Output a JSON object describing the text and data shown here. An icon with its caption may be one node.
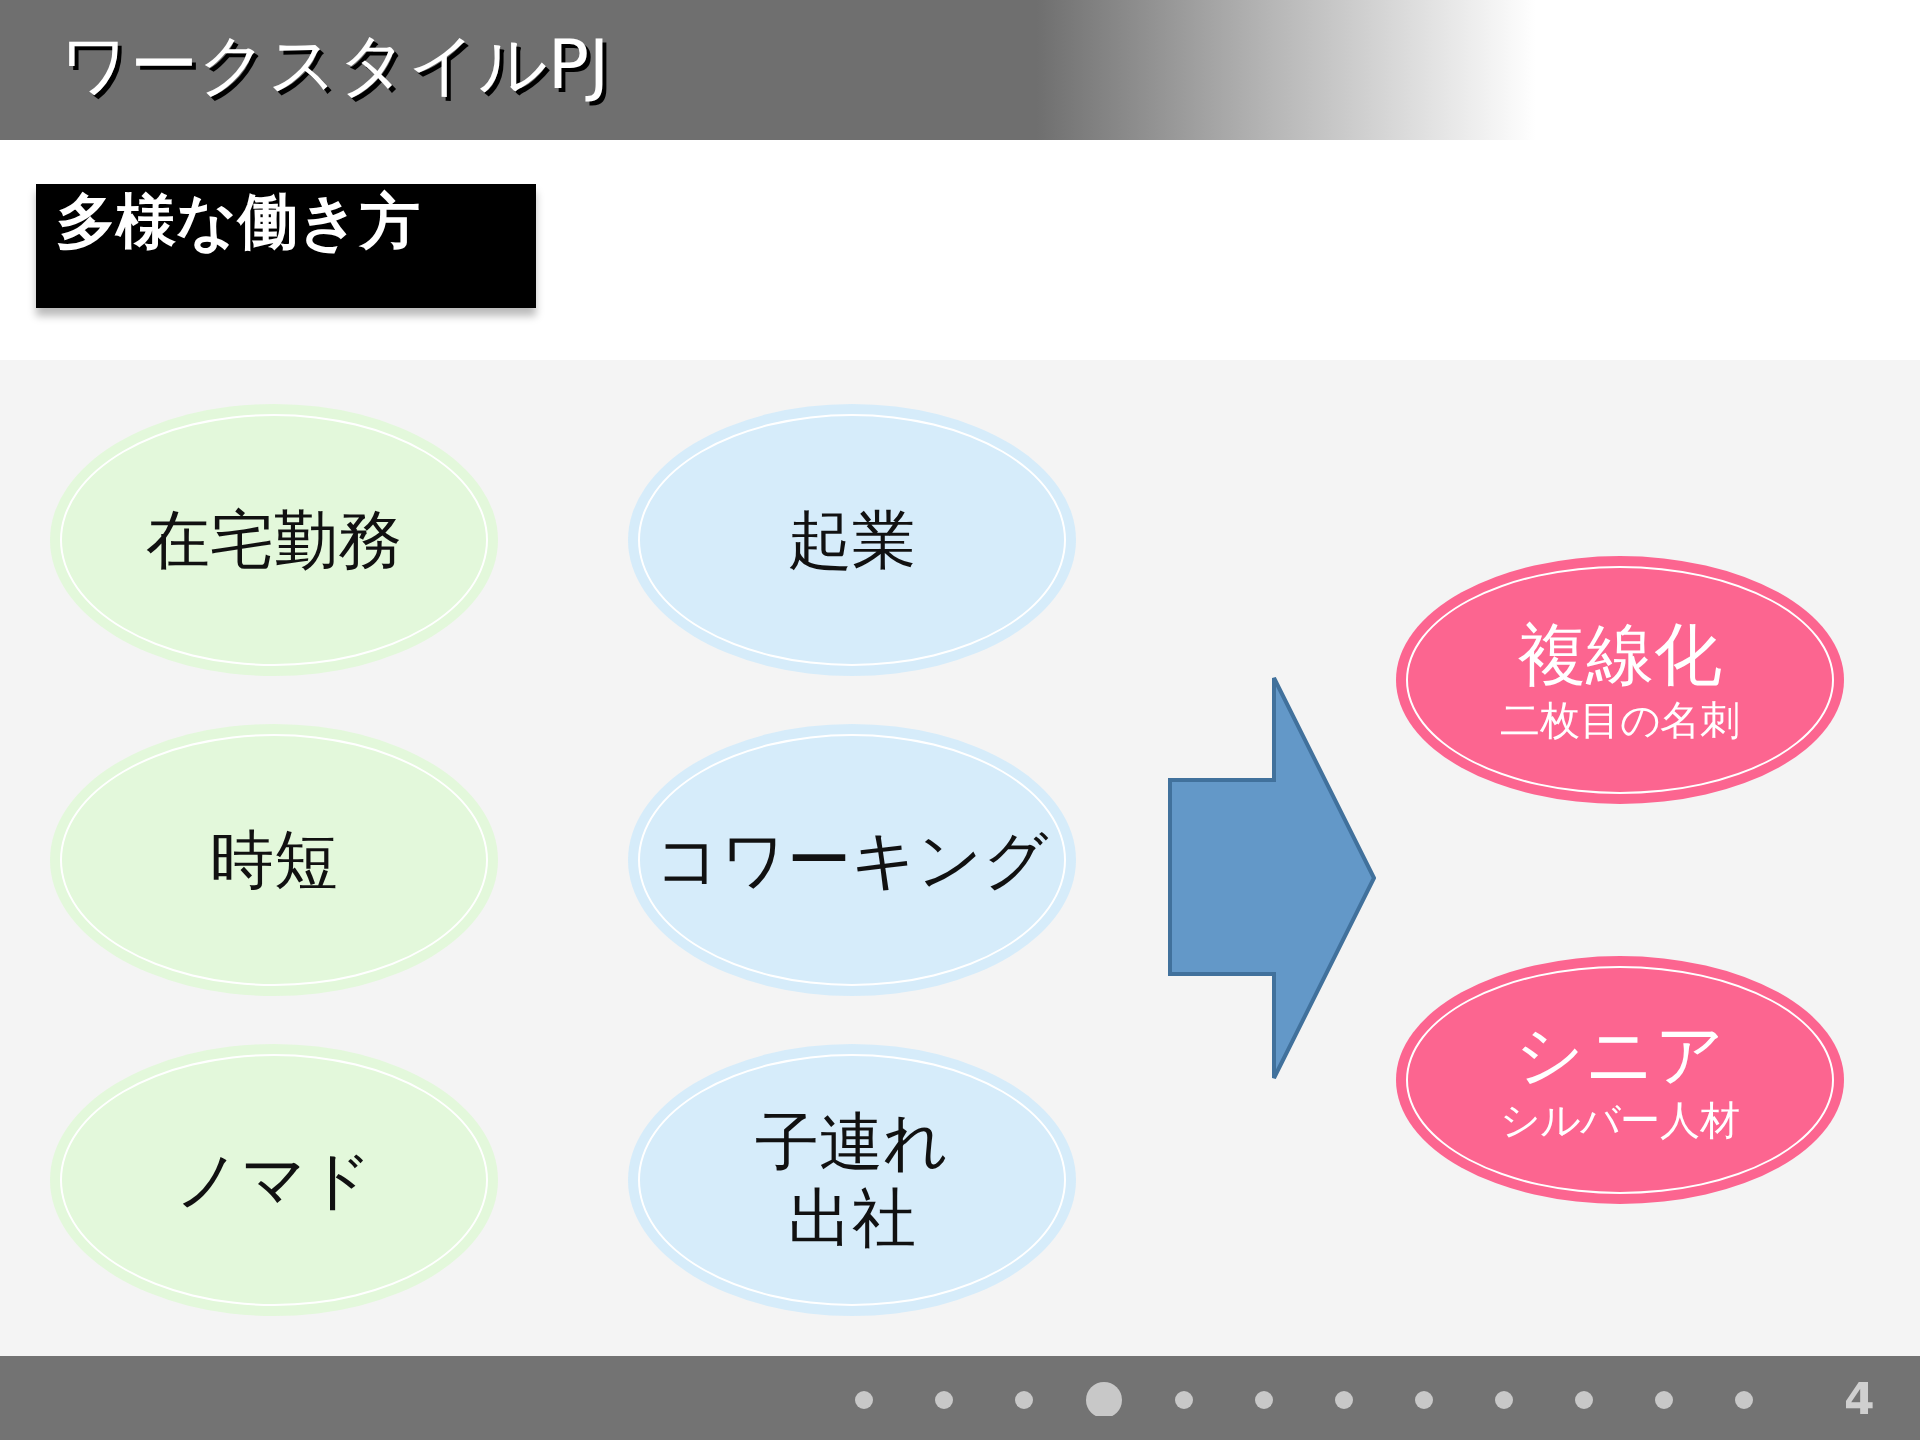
{
  "diagram": {
    "title": "ワークスタイルPJ",
    "nodes": [
      {
        "text": [
          "在宅勤務"
        ]
      },
      {
        "text": [
          "起業"
        ]
      },
      {
        "text": [
          "時短"
        ]
      },
      {
        "text": [
          "コワーキング"
        ]
      },
      {
        "text": [
          "ノマド"
        ]
      },
      {
        "text": [
          "子連れ出社"
        ]
      },
      {
        "text": [],
        "shape": "arrow"
      },
      {
        "text": [
          "複線化",
          "二枚目の名刺"
        ]
      },
      {
        "text": [
          "シニア",
          "シルバー人材"
        ]
      }
    ],
    "labels": [
      "多様な働き方",
      "4"
    ]
  }
}
